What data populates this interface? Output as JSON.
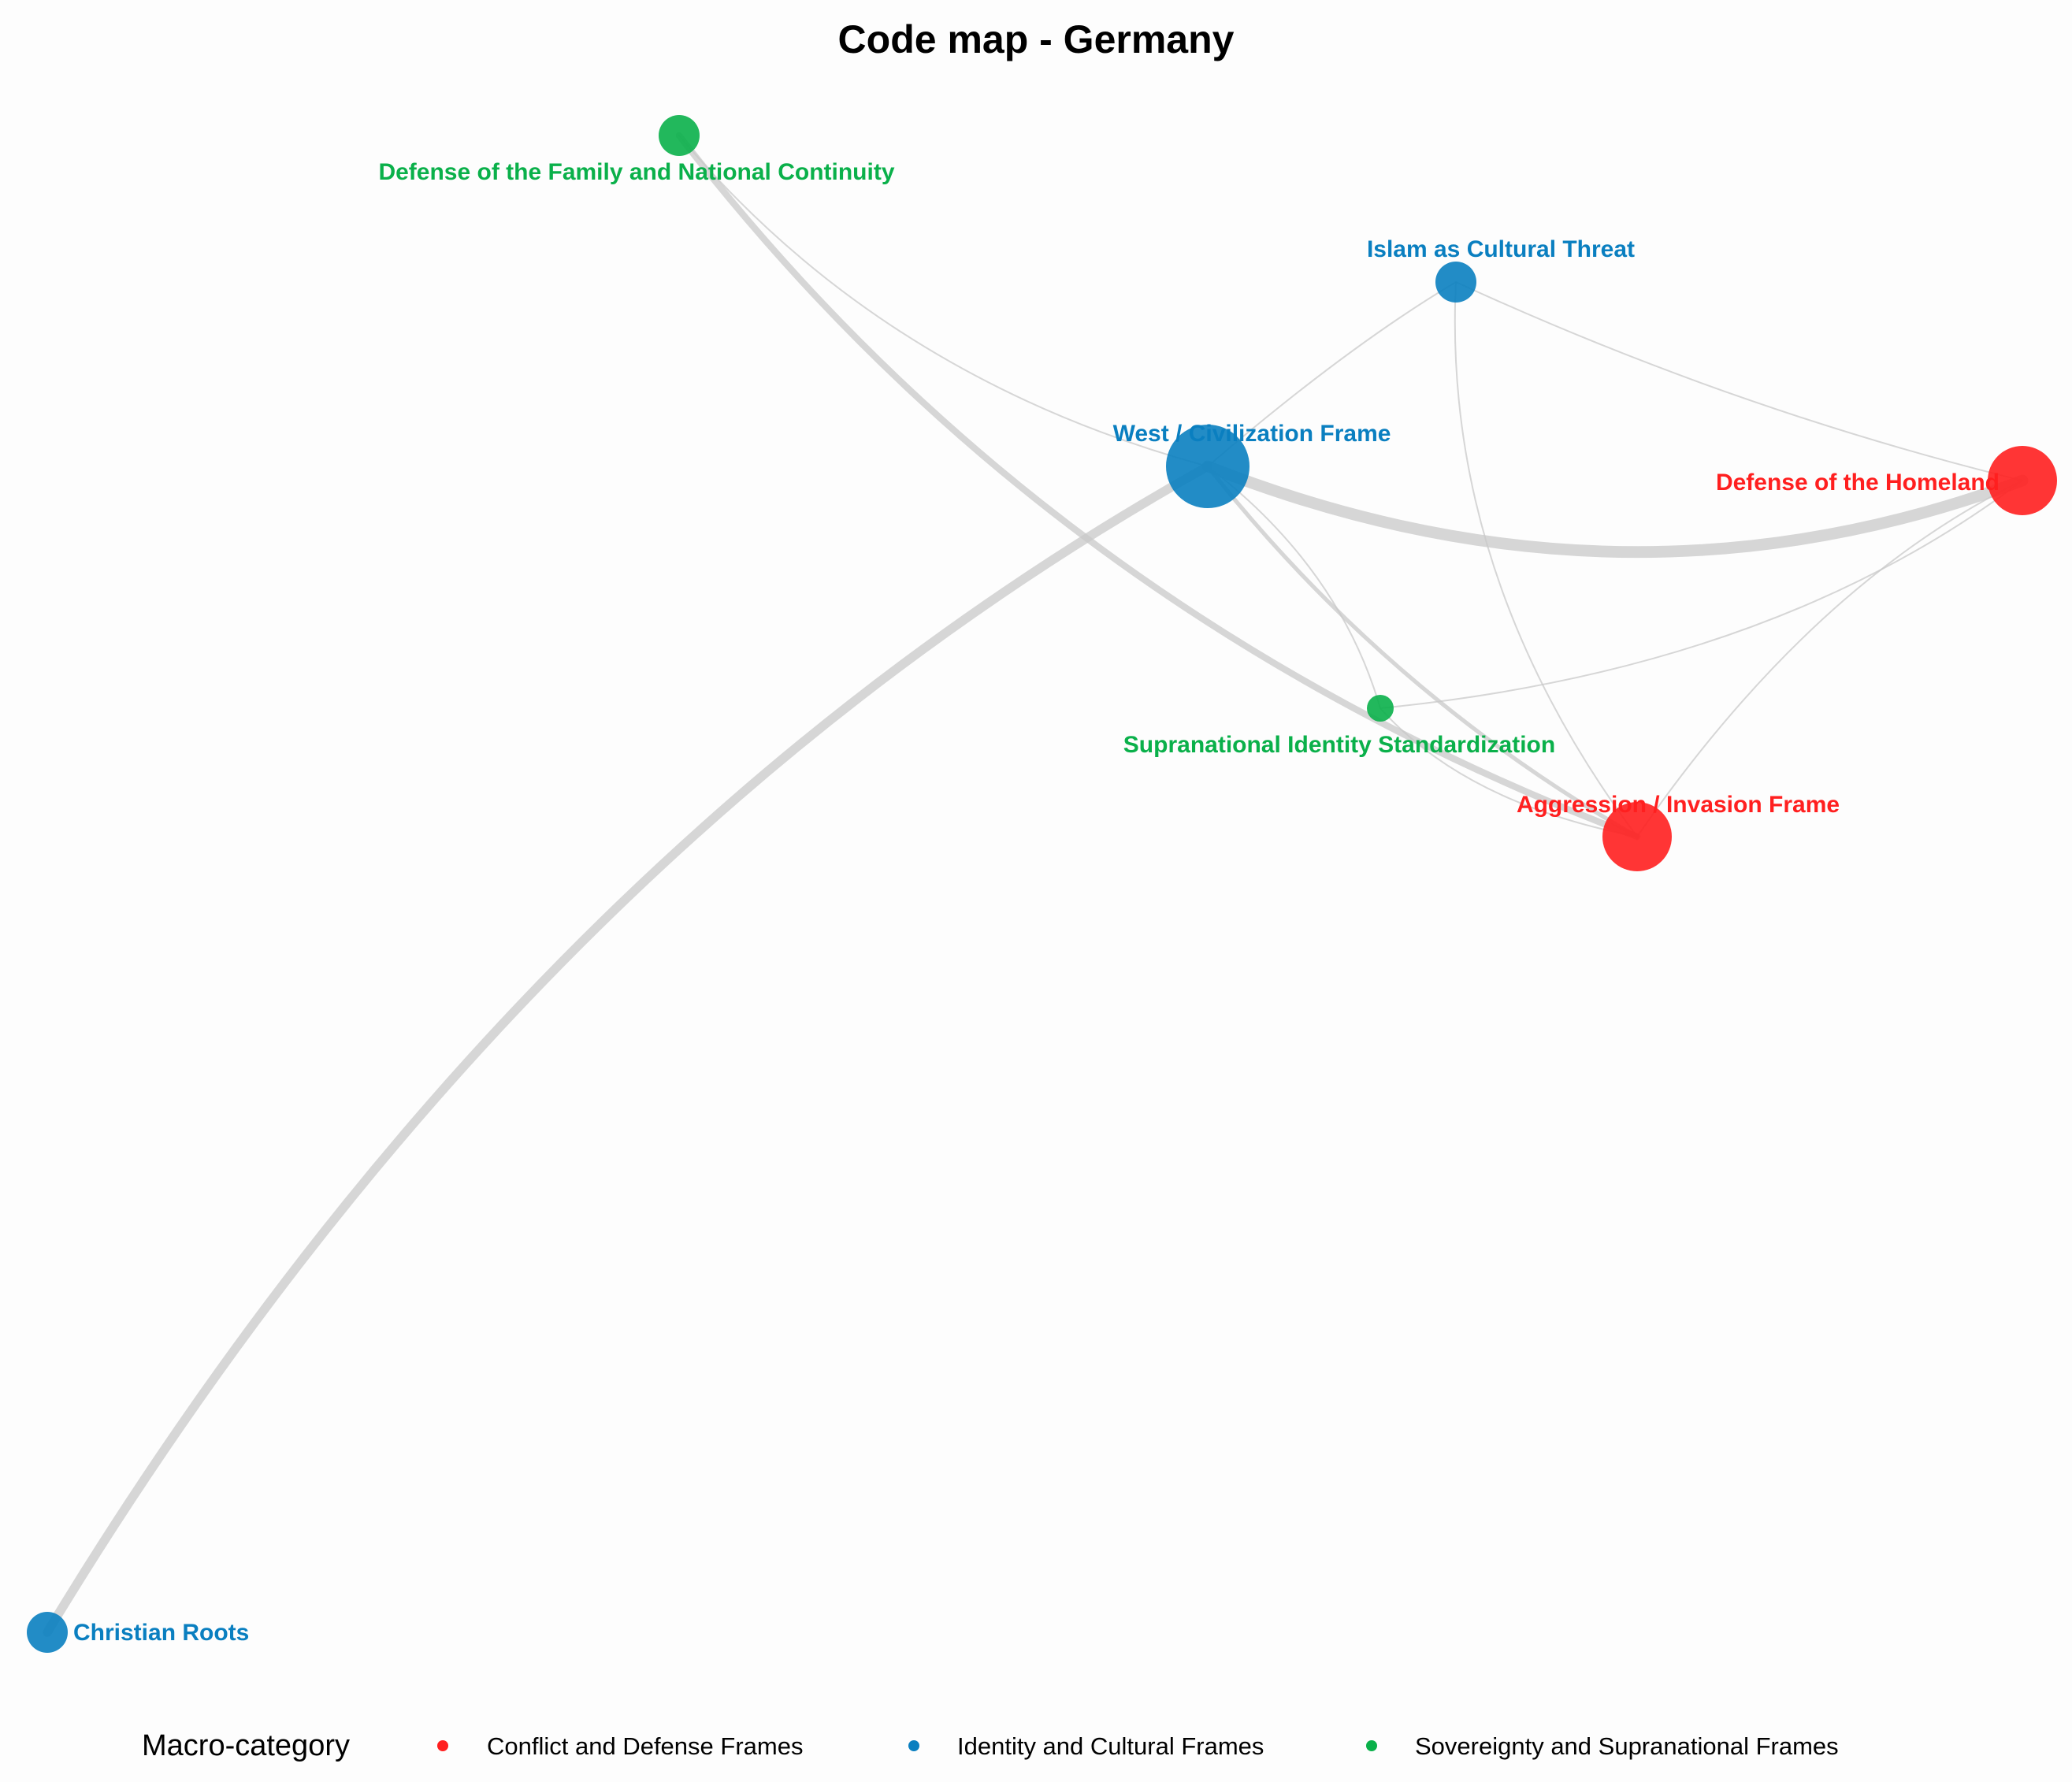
{
  "title": "Code map - Germany",
  "colors": {
    "Conflict and Defense Frames": "#ff1f1f",
    "Identity and Cultural Frames": "#0a7fc0",
    "Sovereignty and Supranational Frames": "#0ab04a"
  },
  "legend": {
    "title": "Macro-category",
    "items": [
      {
        "label": "Conflict and Defense Frames",
        "category": "Conflict and Defense Frames"
      },
      {
        "label": "Identity and Cultural Frames",
        "category": "Identity and Cultural Frames"
      },
      {
        "label": "Sovereignty and Supranational Frames",
        "category": "Sovereignty and Supranational Frames"
      }
    ]
  },
  "nodes": [
    {
      "id": "family",
      "label": "Defense of the Family and National Continuity",
      "category": "Sovereignty and Supranational Frames",
      "size": 2
    },
    {
      "id": "islam",
      "label": "Islam as Cultural Threat",
      "category": "Identity and Cultural Frames",
      "size": 2
    },
    {
      "id": "west",
      "label": "West / Civilization Frame",
      "category": "Identity and Cultural Frames",
      "size": 5
    },
    {
      "id": "homeland",
      "label": "Defense of the Homeland",
      "category": "Conflict and Defense Frames",
      "size": 4
    },
    {
      "id": "supra",
      "label": "Supranational Identity Standardization",
      "category": "Sovereignty and Supranational Frames",
      "size": 1
    },
    {
      "id": "aggression",
      "label": "Aggression / Invasion Frame",
      "category": "Conflict and Defense Frames",
      "size": 4
    },
    {
      "id": "christian",
      "label": "Christian Roots",
      "category": "Identity and Cultural Frames",
      "size": 2
    }
  ],
  "edges": [
    {
      "from": "west",
      "to": "christian",
      "weight": 4
    },
    {
      "from": "west",
      "to": "homeland",
      "weight": 5
    },
    {
      "from": "family",
      "to": "aggression",
      "weight": 3
    },
    {
      "from": "family",
      "to": "west",
      "weight": 1
    },
    {
      "from": "islam",
      "to": "west",
      "weight": 1
    },
    {
      "from": "islam",
      "to": "homeland",
      "weight": 1
    },
    {
      "from": "islam",
      "to": "aggression",
      "weight": 1
    },
    {
      "from": "west",
      "to": "aggression",
      "weight": 2
    },
    {
      "from": "west",
      "to": "supra",
      "weight": 1
    },
    {
      "from": "supra",
      "to": "homeland",
      "weight": 1
    },
    {
      "from": "supra",
      "to": "aggression",
      "weight": 1
    },
    {
      "from": "homeland",
      "to": "aggression",
      "weight": 1
    }
  ]
}
